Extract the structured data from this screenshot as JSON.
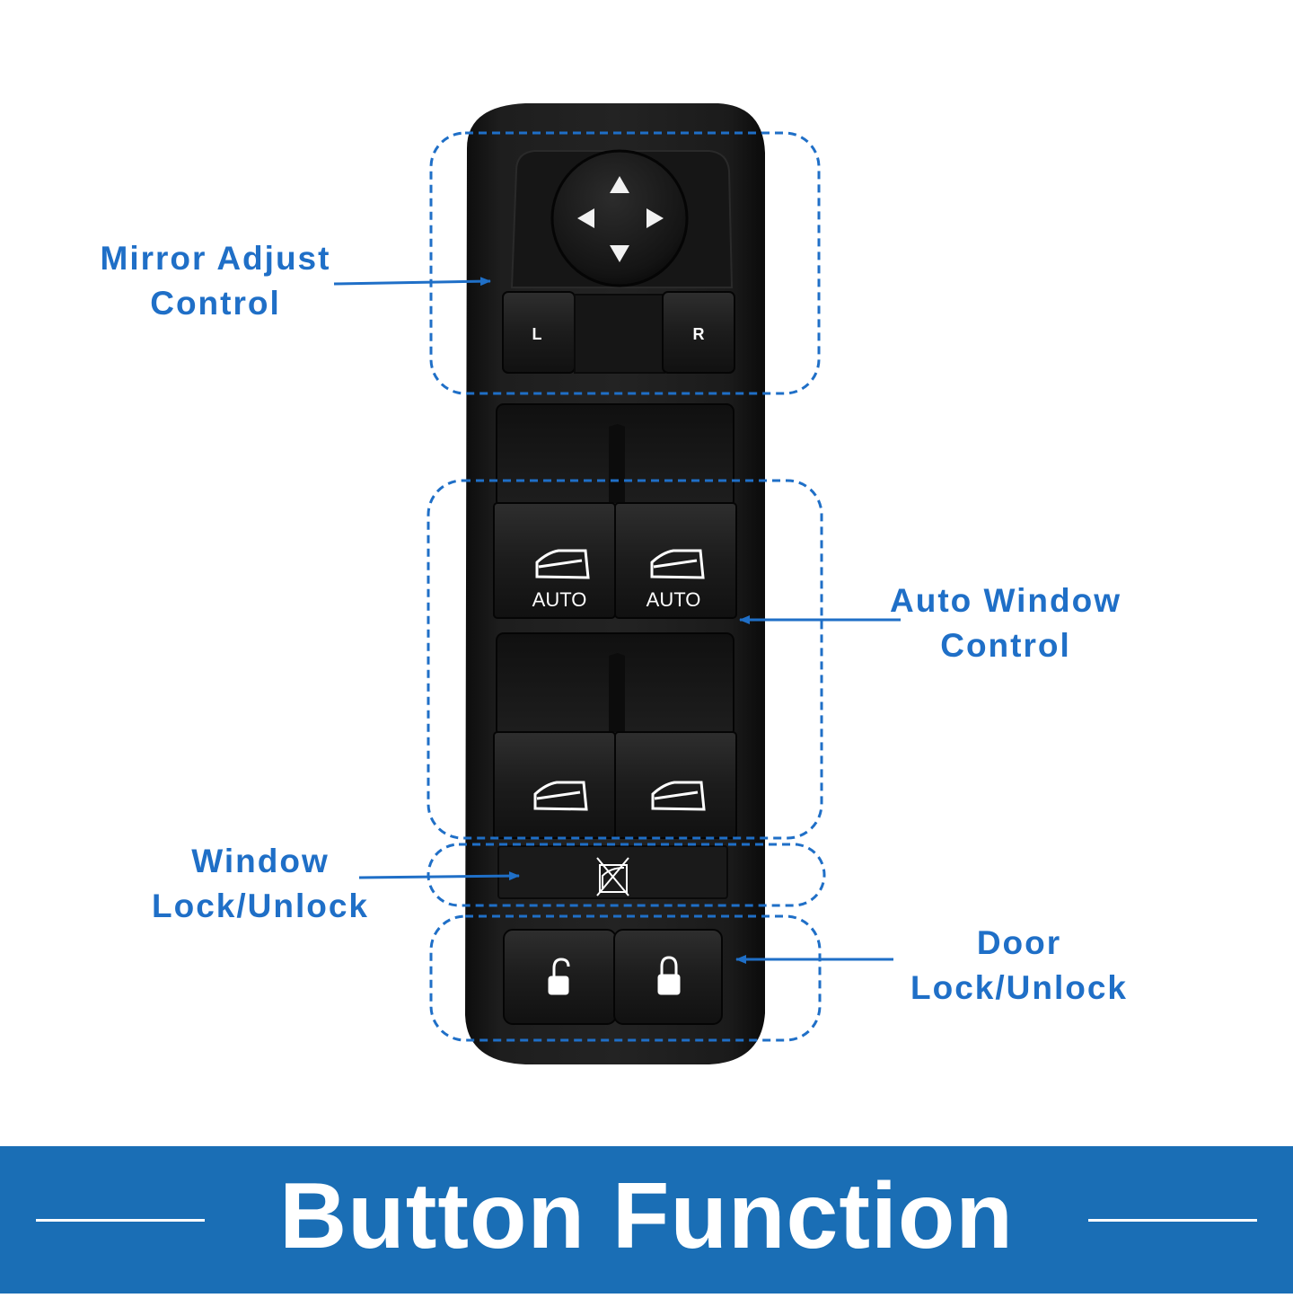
{
  "labels": {
    "mirror": [
      "Mirror Adjust",
      "Control"
    ],
    "auto_window": [
      "Auto Window",
      "Control"
    ],
    "window_lock": [
      "Window",
      "Lock/Unlock"
    ],
    "door_lock": [
      "Door",
      "Lock/Unlock"
    ]
  },
  "buttons": {
    "mirror_left": "L",
    "mirror_right": "R",
    "auto_front_left": "AUTO",
    "auto_front_right": "AUTO"
  },
  "banner": {
    "title": "Button Function"
  },
  "colors": {
    "accent": "#1f6fc7",
    "banner": "#1a6eb5",
    "switch_body": "#1b1b1b"
  },
  "icons": [
    "mirror-direction-icon",
    "window-icon",
    "window-lockout-icon",
    "door-unlock-icon",
    "door-lock-icon"
  ]
}
